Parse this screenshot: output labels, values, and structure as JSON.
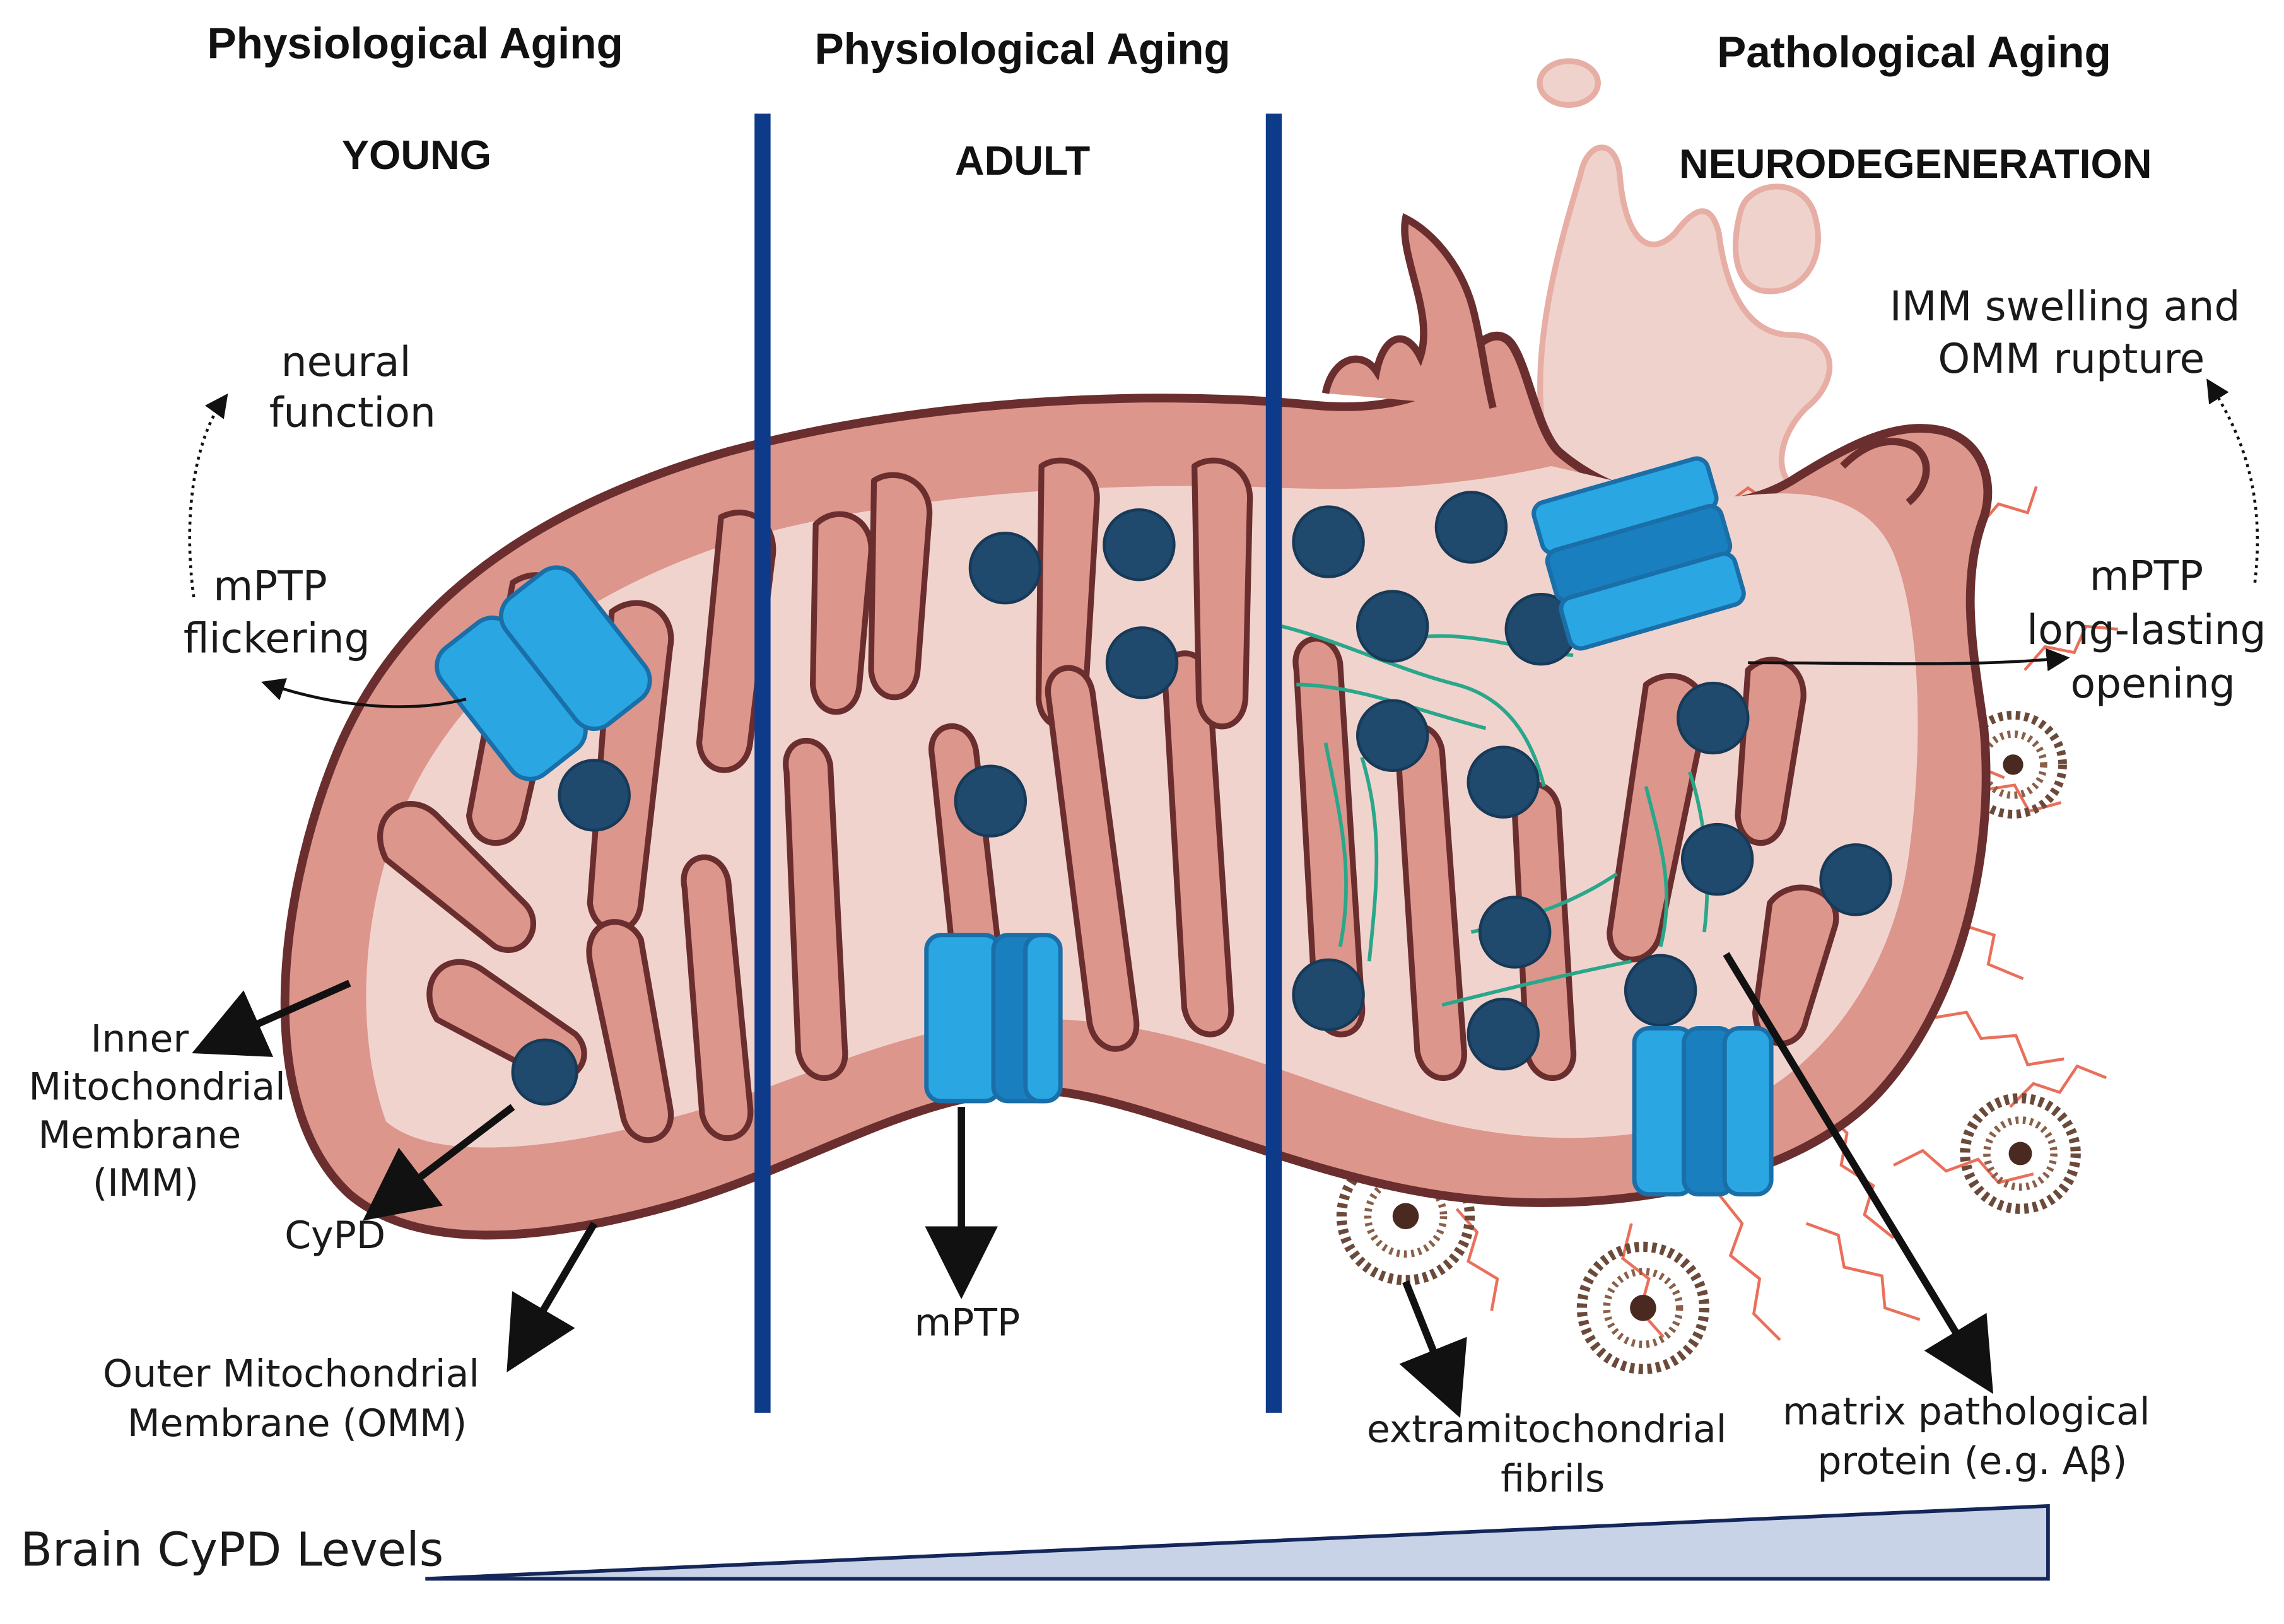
{
  "columns": [
    {
      "stage": "Physiological Aging",
      "title": "YOUNG"
    },
    {
      "stage": "Physiological Aging",
      "title": "ADULT"
    },
    {
      "stage": "Pathological Aging",
      "title": "NEURODEGENERATION"
    }
  ],
  "labels": {
    "neural_function": [
      "neural",
      "function"
    ],
    "mptp_flickering": [
      "mPTP",
      "flickering"
    ],
    "imm": [
      "Inner",
      "Mitochondrial",
      "Membrane",
      "(IMM)"
    ],
    "cypd": "CyPD",
    "omm": [
      "Outer Mitochondrial",
      "Membrane (OMM)"
    ],
    "mptp": "mPTP",
    "imm_swelling": [
      "IMM swelling and",
      "OMM rupture"
    ],
    "mptp_long": [
      "mPTP",
      "long-lasting",
      "opening"
    ],
    "extramito_fibrils": [
      "extramitochondrial",
      "fibrils"
    ],
    "matrix_protein": [
      "matrix pathological",
      "protein (e.g. Aβ)"
    ],
    "brain_cypd": "Brain CyPD Levels"
  },
  "colors": {
    "outer_membrane": "#d9948a",
    "outline": "#6b2e2e",
    "matrix": "#f1d3ce",
    "cristae": "#dc968b",
    "pore_light": "#2aa7e3",
    "pore_dark": "#1a7fbf",
    "cypd_blob": "#1f4a6e",
    "divider": "#0d3b8a",
    "fibrils": "#2aa78a",
    "plaque_red": "#e8604a",
    "plaque_brown": "#6b4a3a",
    "gradient_fill": "#c9d3e8"
  }
}
